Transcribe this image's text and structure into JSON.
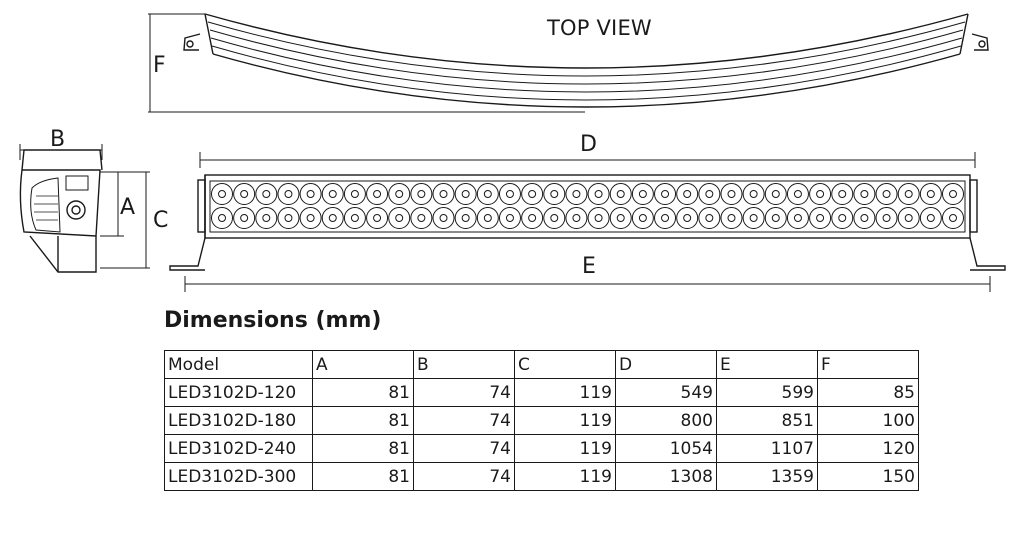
{
  "views": {
    "top_view_label": "TOP VIEW"
  },
  "dimension_labels": {
    "A": "A",
    "B": "B",
    "C": "C",
    "D": "D",
    "E": "E",
    "F": "F"
  },
  "section_title": "Dimensions (mm)",
  "table": {
    "headers": [
      "Model",
      "A",
      "B",
      "C",
      "D",
      "E",
      "F"
    ],
    "rows": [
      [
        "LED3102D-120",
        "81",
        "74",
        "119",
        "549",
        "599",
        "85"
      ],
      [
        "LED3102D-180",
        "81",
        "74",
        "119",
        "800",
        "851",
        "100"
      ],
      [
        "LED3102D-240",
        "81",
        "74",
        "119",
        "1054",
        "1107",
        "120"
      ],
      [
        "LED3102D-300",
        "81",
        "74",
        "119",
        "1308",
        "1359",
        "150"
      ]
    ]
  },
  "colors": {
    "line": "#1a1a1a",
    "background": "#ffffff"
  }
}
